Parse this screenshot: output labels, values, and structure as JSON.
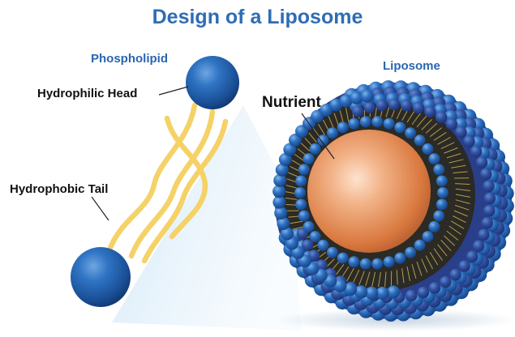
{
  "title": "Design of a Liposome",
  "labels": {
    "phospholipid": "Phospholipid",
    "hydrophilic_head": "Hydrophilic Head",
    "hydrophobic_tail": "Hydrophobic Tail",
    "nutrient": "Nutrient",
    "liposome": "Liposome"
  },
  "colors": {
    "title_blue": "#2e6db4",
    "label_blue": "#2a66b0",
    "label_black": "#111111",
    "head_blue": "#1f5fae",
    "tail_yellow": "#f5d267",
    "core_orange": "#e4905a",
    "bilayer_dark": "#2b2a24"
  }
}
